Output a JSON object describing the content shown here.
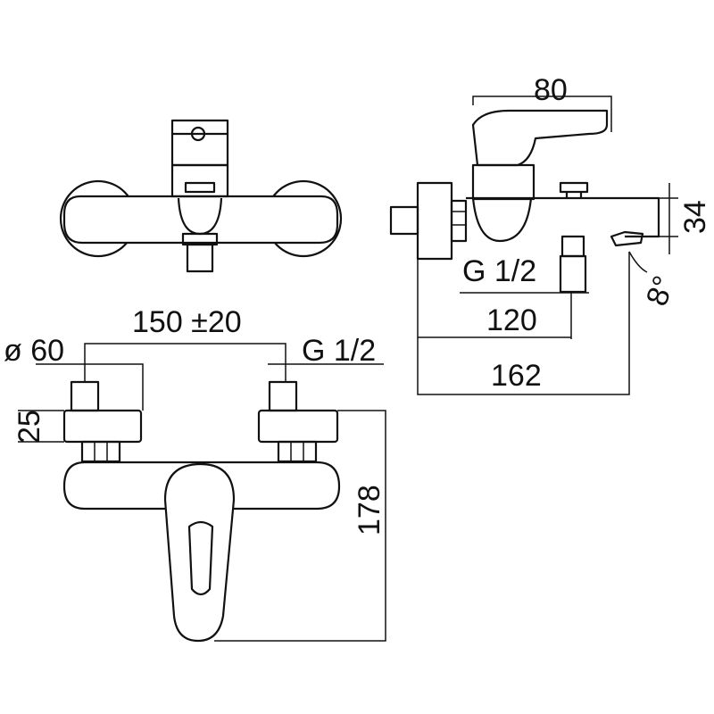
{
  "dimensions": {
    "top_width": "80",
    "height_side": "34",
    "thread_side": "G 1/2",
    "depth_120": "120",
    "depth_162": "162",
    "angle": "8°",
    "diameter": "ø 60",
    "spacing": "150 ±20",
    "thread_front": "G 1/2",
    "flange_height": "25",
    "total_height": "178"
  }
}
